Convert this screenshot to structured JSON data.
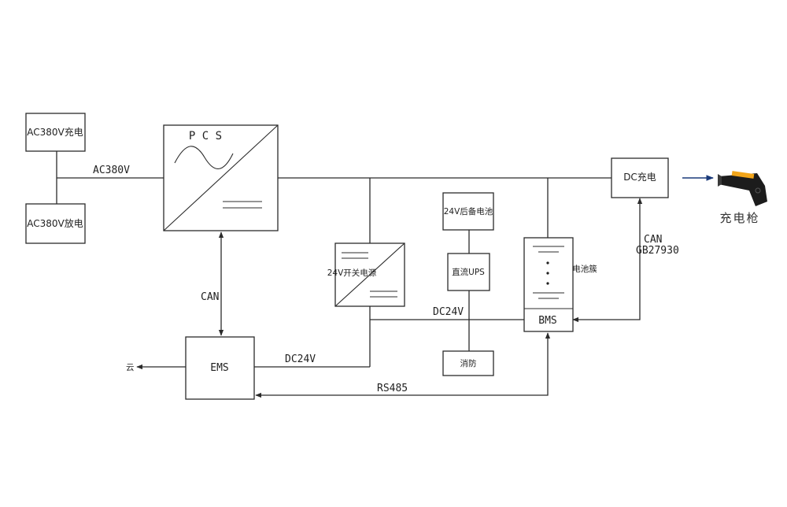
{
  "boxes": {
    "ac_charge": "AC380V充电",
    "ac_discharge": "AC380V放电",
    "pcs": "P C S",
    "dc_charge": "DC充电",
    "switch_psu": "24V开关电源",
    "backup_battery": "24V后备电池",
    "dc_ups": "直流UPS",
    "fire": "消防",
    "ems": "EMS",
    "bms": "BMS",
    "battery_stack": "电池簇"
  },
  "labels": {
    "ac380v": "AC380V",
    "can_pcs": "CAN",
    "dc24v_bus": "DC24V",
    "dc24v_ems": "DC24V",
    "rs485": "RS485",
    "can_bms_1": "CAN",
    "can_bms_2": "GB27930",
    "cloud": "云",
    "charging_gun": "充电枪"
  },
  "colors": {
    "line": "#2b2b2b",
    "arrow_navy": "#1a3a7a",
    "gun_body": "#1c1c1c",
    "gun_accent": "#f2a51a"
  },
  "icons": {
    "charging_gun": "charging-gun-icon",
    "sine_wave": "sine-wave-icon"
  }
}
